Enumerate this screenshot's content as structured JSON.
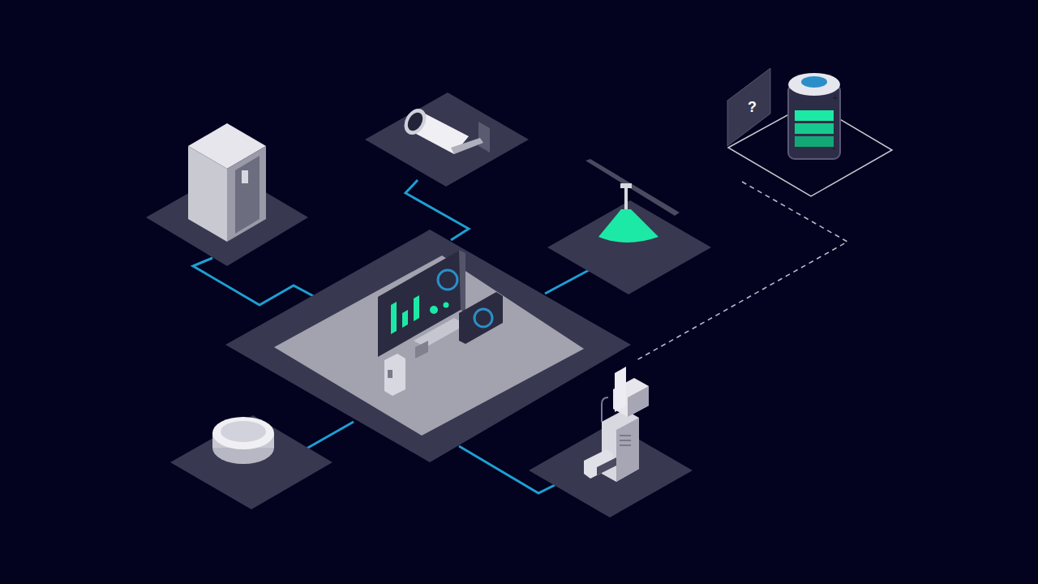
{
  "diagram": {
    "nodes": [
      {
        "text": [
          "?"
        ]
      }
    ],
    "labels": [
      "+",
      "-"
    ]
  }
}
